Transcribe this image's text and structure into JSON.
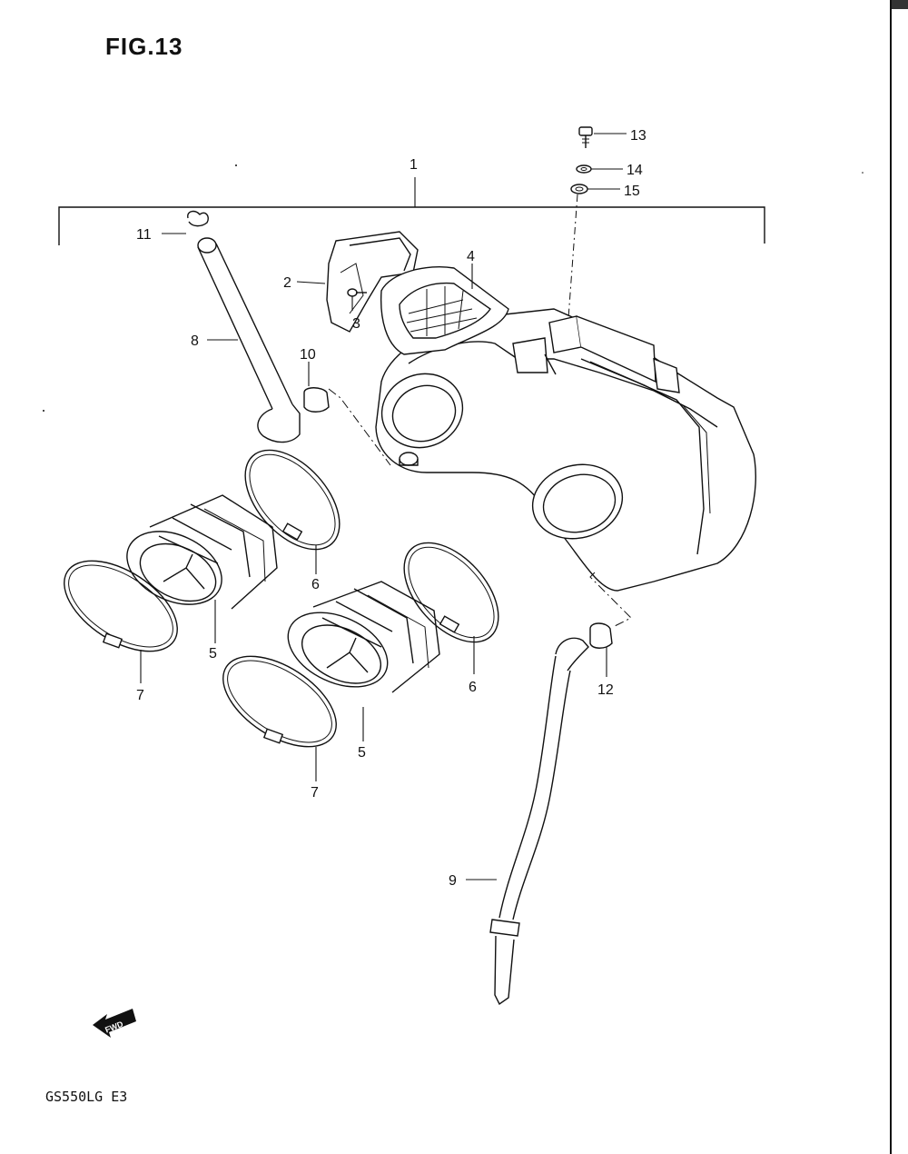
{
  "figure": {
    "title": "FIG.13",
    "model_code": "GS550LG E3",
    "direction_marker": "FWD"
  },
  "callouts": [
    {
      "id": "c1",
      "number": "1"
    },
    {
      "id": "c2",
      "number": "2"
    },
    {
      "id": "c3",
      "number": "3"
    },
    {
      "id": "c4",
      "number": "4"
    },
    {
      "id": "c5a",
      "number": "5"
    },
    {
      "id": "c5b",
      "number": "5"
    },
    {
      "id": "c6a",
      "number": "6"
    },
    {
      "id": "c6b",
      "number": "6"
    },
    {
      "id": "c7a",
      "number": "7"
    },
    {
      "id": "c7b",
      "number": "7"
    },
    {
      "id": "c8",
      "number": "8"
    },
    {
      "id": "c9",
      "number": "9"
    },
    {
      "id": "c10",
      "number": "10"
    },
    {
      "id": "c11",
      "number": "11"
    },
    {
      "id": "c12",
      "number": "12"
    },
    {
      "id": "c13",
      "number": "13"
    },
    {
      "id": "c14",
      "number": "14"
    },
    {
      "id": "c15",
      "number": "15"
    }
  ]
}
